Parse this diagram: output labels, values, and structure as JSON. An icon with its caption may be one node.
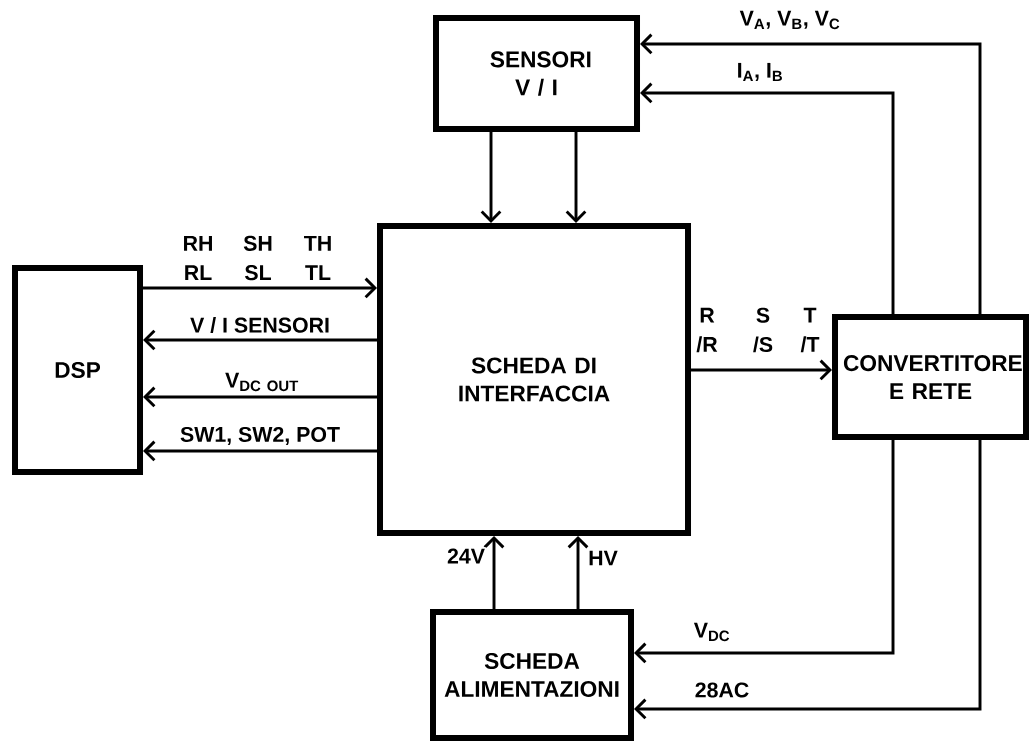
{
  "diagram": {
    "nodes": [
      {
        "text": [
          "SENSORI V / I"
        ]
      },
      {
        "text": [
          "DSP"
        ]
      },
      {
        "text": [
          "SCHEDA DI INTERFACCIA"
        ]
      },
      {
        "text": [
          "CONVERTITORE E RETE"
        ]
      },
      {
        "text": [
          "SCHEDA ALIMENTAZIONI"
        ]
      }
    ],
    "edges": [
      {
        "from": 3,
        "to": 0,
        "arrow": "to",
        "label": "V$_{A}$, V$_{B}$, V$_{C}$"
      },
      {
        "from": 3,
        "to": 0,
        "arrow": "to",
        "label": "I$_{A}$, I$_{B}$"
      },
      {
        "from": 0,
        "to": 2,
        "arrow": "to"
      },
      {
        "from": 0,
        "to": 2,
        "arrow": "to"
      },
      {
        "from": 1,
        "to": 2,
        "arrow": "to"
      },
      {
        "from": 2,
        "to": 1,
        "arrow": "to",
        "label": "V / I  SENSORI"
      },
      {
        "from": 2,
        "to": 1,
        "arrow": "to",
        "label": "\\mathbf{V}_{\\mathbf{DC\\ OUT}}"
      },
      {
        "from": 2,
        "to": 1,
        "arrow": "to",
        "label": "SW1, SW2, POT"
      },
      {
        "from": 2,
        "to": 3,
        "arrow": "to"
      },
      {
        "from": 4,
        "to": 2,
        "arrow": "to",
        "label": "24V"
      },
      {
        "from": 4,
        "to": 2,
        "arrow": "to",
        "label": "HV"
      },
      {
        "from": 3,
        "to": 4,
        "arrow": "to",
        "label": "V$_{DC}$"
      },
      {
        "from": 3,
        "to": 4,
        "arrow": "to",
        "label": "28AC"
      }
    ],
    "labels": [
      "RH RL",
      "SH SL",
      "TH TL",
      "R /R",
      "S /S",
      "T /T"
    ]
  }
}
